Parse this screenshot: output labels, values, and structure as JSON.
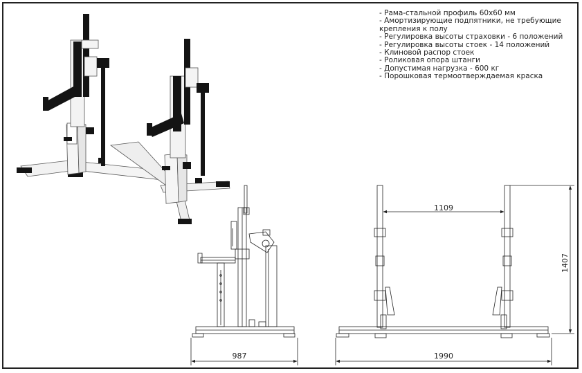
{
  "specs": [
    "- Рама-стальной профиль 60х60 мм",
    "- Амортизирующие подпятники, не требующие крепления к полу",
    "- Регулировка высоты страховки - 6 положений",
    "- Регулировка высоты стоек - 14 положений",
    "- Клиновой распор стоек",
    "- Роликовая опора штанги",
    "- Допустимая нагрузка - 600 кг",
    "- Порошковая термоотверждаемая краска"
  ],
  "dimensions": {
    "side_depth": "987",
    "front_inner_width": "1109",
    "front_total_width": "1990",
    "front_height": "1407"
  },
  "colors": {
    "frame_white": "#f4f4f4",
    "frame_black": "#141414",
    "line": "#222222"
  }
}
